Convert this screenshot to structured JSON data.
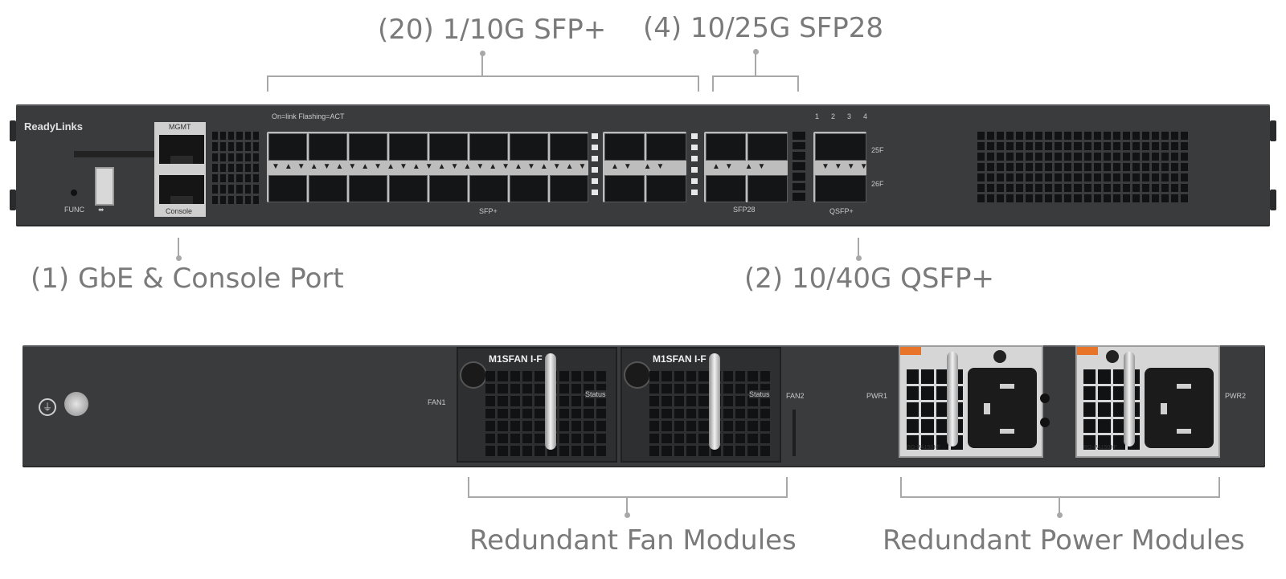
{
  "callouts": {
    "sfp_plus": "(20) 1/10G SFP+",
    "sfp28": "(4) 10/25G SFP28",
    "gbe_console": "(1) GbE & Console Port",
    "qsfp": "(2) 10/40G QSFP+",
    "fan_modules": "Redundant Fan Modules",
    "power_modules": "Redundant Power Modules"
  },
  "front_panel": {
    "logo": "ReadyLinks",
    "mgmt_label": "MGMT",
    "console_label": "Console",
    "func_label": "FUNC",
    "usb_label": "⬌",
    "led_caption": "On=link  Flashing=ACT",
    "sfp_bank_label": "SFP+",
    "sfp28_bank_label": "SFP28",
    "qsfp_bank_label": "QSFP+",
    "qsfp_port_labels": [
      "25F",
      "26F"
    ],
    "qsfp_led_labels": [
      "1",
      "2",
      "3",
      "4"
    ]
  },
  "rear_panel": {
    "fan1_name": "M1SFAN I-F",
    "fan2_name": "M1SFAN I-F",
    "fan_status": "Status",
    "fan1_port": "FAN1",
    "fan2_port": "FAN2",
    "pwr1_port": "PWR1",
    "pwr2_port": "PWR2",
    "psu_model": "RG-PA150I-F"
  },
  "colors": {
    "chassis": "#3a3b3d",
    "callout_text": "#7a7a7a",
    "handle_orange": "#e8742a"
  }
}
